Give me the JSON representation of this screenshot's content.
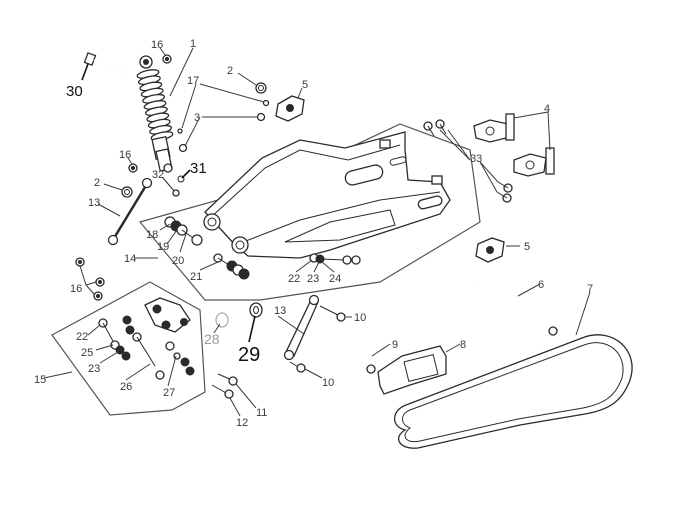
{
  "diagram": {
    "title": "Rear suspension / swing arm exploded parts diagram",
    "callouts": [
      {
        "id": "c1",
        "label": "1"
      },
      {
        "id": "c2a",
        "label": "2"
      },
      {
        "id": "c2b",
        "label": "2"
      },
      {
        "id": "c3",
        "label": "3"
      },
      {
        "id": "c4",
        "label": "4"
      },
      {
        "id": "c5a",
        "label": "5"
      },
      {
        "id": "c5b",
        "label": "5"
      },
      {
        "id": "c6",
        "label": "6"
      },
      {
        "id": "c7",
        "label": "7"
      },
      {
        "id": "c8",
        "label": "8"
      },
      {
        "id": "c9",
        "label": "9"
      },
      {
        "id": "c10a",
        "label": "10"
      },
      {
        "id": "c10b",
        "label": "10"
      },
      {
        "id": "c11",
        "label": "11"
      },
      {
        "id": "c12",
        "label": "12"
      },
      {
        "id": "c13a",
        "label": "13"
      },
      {
        "id": "c13b",
        "label": "13"
      },
      {
        "id": "c14",
        "label": "14"
      },
      {
        "id": "c15",
        "label": "15"
      },
      {
        "id": "c16a",
        "label": "16"
      },
      {
        "id": "c16b",
        "label": "16"
      },
      {
        "id": "c16c",
        "label": "16"
      },
      {
        "id": "c17",
        "label": "17"
      },
      {
        "id": "c18",
        "label": "18"
      },
      {
        "id": "c19",
        "label": "19"
      },
      {
        "id": "c20",
        "label": "20"
      },
      {
        "id": "c21",
        "label": "21"
      },
      {
        "id": "c22a",
        "label": "22"
      },
      {
        "id": "c22b",
        "label": "22"
      },
      {
        "id": "c23a",
        "label": "23"
      },
      {
        "id": "c23b",
        "label": "23"
      },
      {
        "id": "c24",
        "label": "24"
      },
      {
        "id": "c25",
        "label": "25"
      },
      {
        "id": "c26",
        "label": "26"
      },
      {
        "id": "c27",
        "label": "27"
      },
      {
        "id": "c28",
        "label": "28"
      },
      {
        "id": "c29",
        "label": "29"
      },
      {
        "id": "c30",
        "label": "30"
      },
      {
        "id": "c31",
        "label": "31"
      },
      {
        "id": "c32",
        "label": "32"
      },
      {
        "id": "c33",
        "label": "33"
      }
    ],
    "colors": {
      "line": "#2a2a2a",
      "highlight_label": "#111111",
      "muted_label": "#9a9a9a",
      "background": "#ffffff"
    }
  }
}
